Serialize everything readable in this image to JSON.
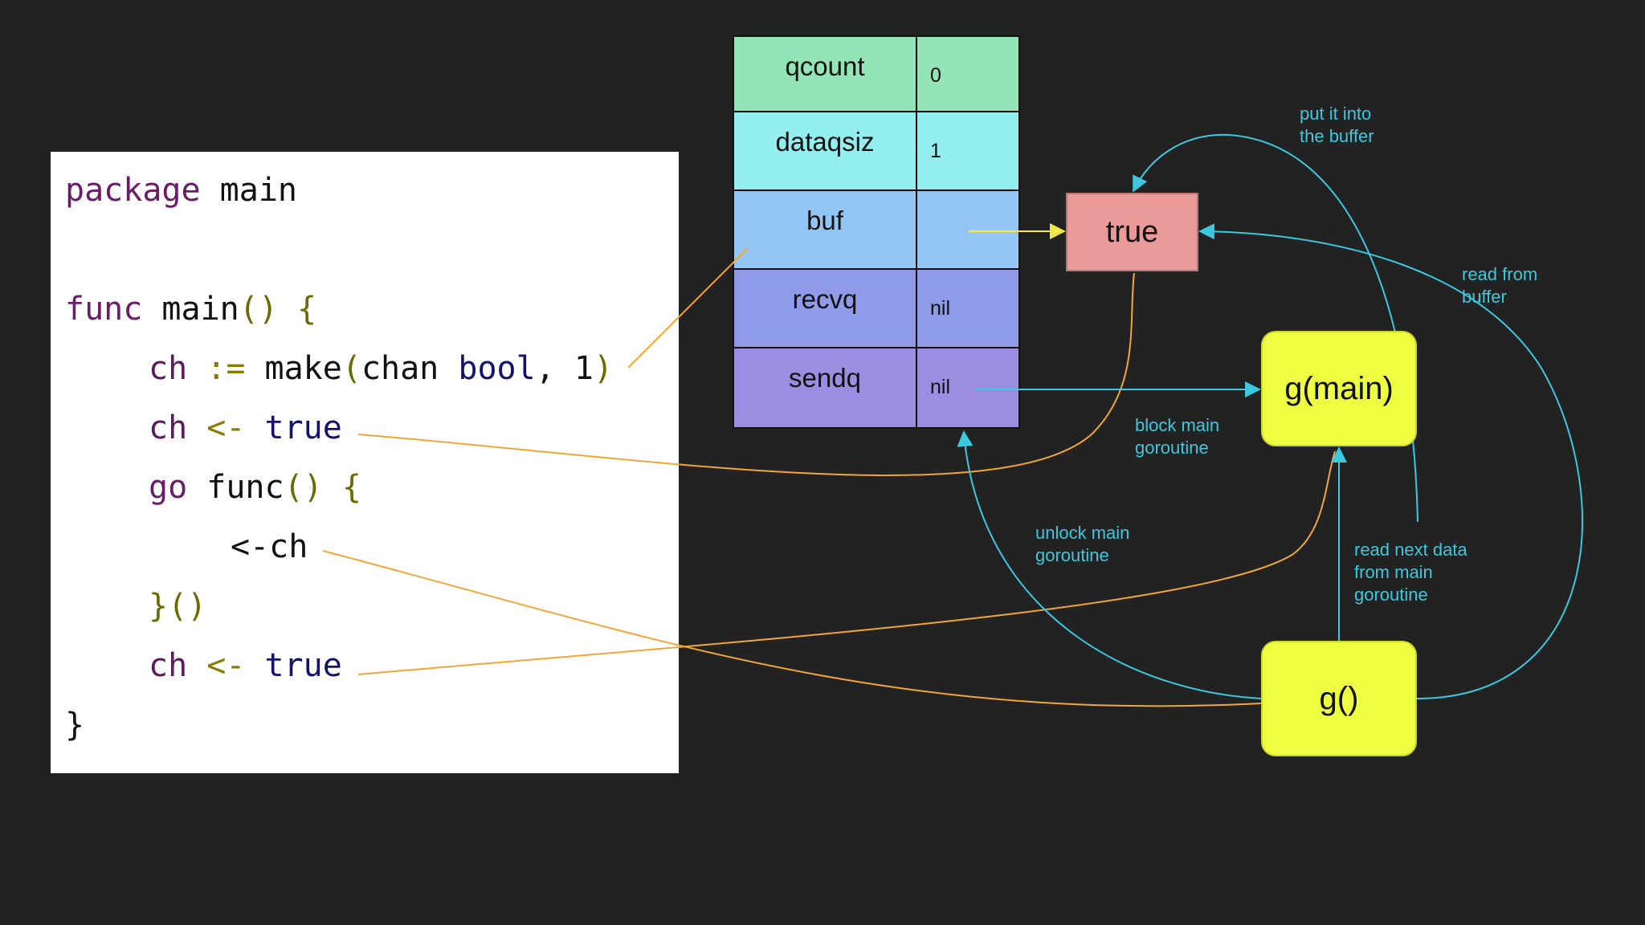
{
  "code": {
    "line1": {
      "kw": "package",
      "name": " main"
    },
    "line2": {
      "kw": "func",
      "name": " main",
      "parens": "()",
      "brace": " {"
    },
    "line3": {
      "var": "ch",
      "op": " :=",
      "call": " make",
      "open": "(",
      "arg1": "chan ",
      "typ": "bool",
      "comma": ", ",
      "num": "1",
      "close": ")"
    },
    "line4": {
      "var": "ch",
      "op": " <-",
      "val": " true"
    },
    "line5": {
      "kw": "go",
      "call": " func",
      "parens": "()",
      "brace": " {"
    },
    "line6": {
      "text": "<-ch"
    },
    "line7": {
      "brace": "}",
      "parens": "()"
    },
    "line8": {
      "var": "ch",
      "op": " <-",
      "val": " true"
    },
    "line9": {
      "brace": "}"
    }
  },
  "hchan": {
    "rows": [
      {
        "name": "qcount",
        "value": "0",
        "color": "#93e4b6"
      },
      {
        "name": "dataqsiz",
        "value": "1",
        "color": "#93eeef"
      },
      {
        "name": "buf",
        "value": "",
        "color": "#93c6f4"
      },
      {
        "name": "recvq",
        "value": "nil",
        "color": "#8f9ae8"
      },
      {
        "name": "sendq",
        "value": "nil",
        "color": "#9b8ee2"
      }
    ]
  },
  "nodes": {
    "buffer_value": "true",
    "main_goroutine": "g(main)",
    "goroutine": "g()"
  },
  "labels": {
    "put_into_buffer": "put it into\nthe buffer",
    "read_from_buffer": "read from\nbuffer",
    "block_main": "block main\ngoroutine",
    "unlock_main": "unlock main\ngoroutine",
    "read_next": "read next data\nfrom main\ngoroutine"
  },
  "colors": {
    "orange_wire": "#f0a63a",
    "cyan_wire": "#3cc8de",
    "yellow_wire": "#f4e64a"
  }
}
